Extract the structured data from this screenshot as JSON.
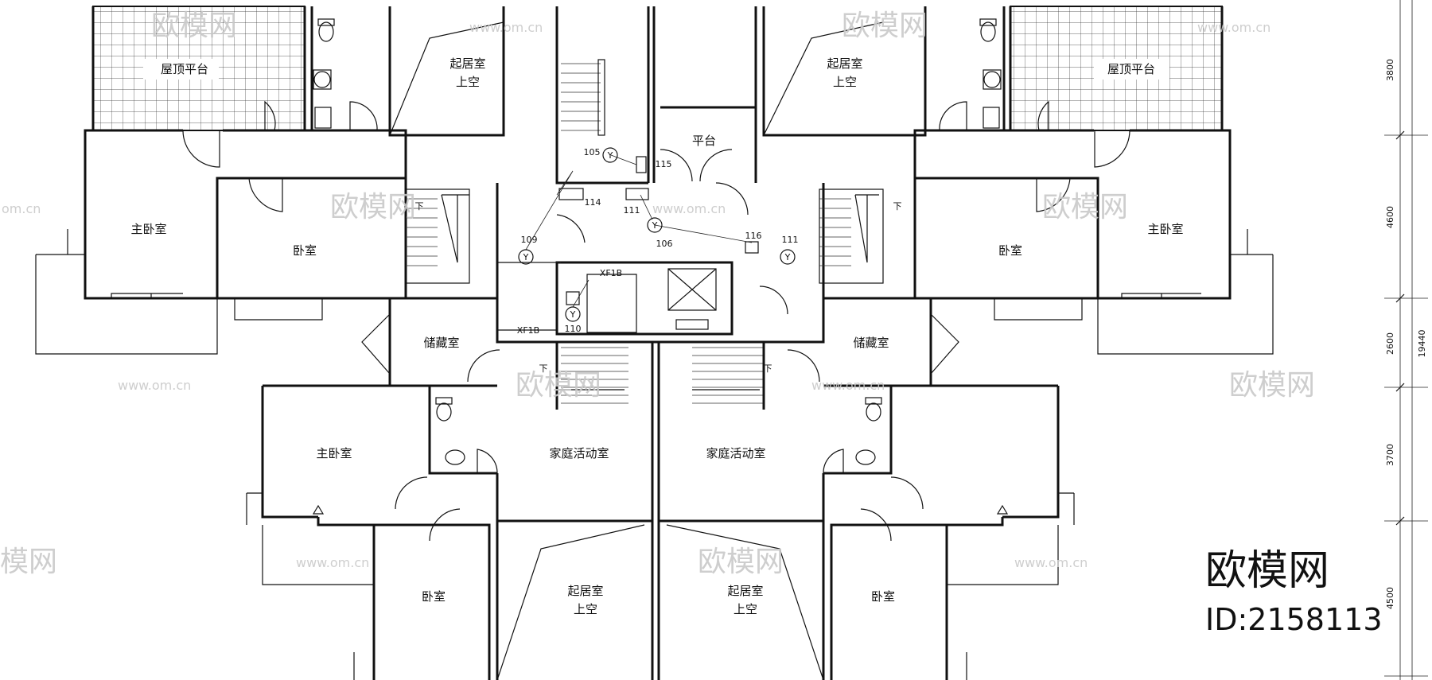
{
  "rooms": {
    "roof_terrace": "屋顶平台",
    "living_void_1": "起居室",
    "living_void_2": "上空",
    "terrace": "平台",
    "master_bedroom": "主卧室",
    "bedroom": "卧室",
    "storage": "储藏室",
    "family_room": "家庭活动室",
    "down": "下"
  },
  "tags": {
    "t105": "105",
    "t115": "115",
    "t114": "114",
    "t111": "111",
    "t109": "109",
    "t106": "106",
    "t116": "116",
    "t110": "110",
    "xf1b": "XF1B",
    "y": "Y"
  },
  "dimensions": {
    "d3800": "3800",
    "d4600": "4600",
    "d2600": "2600",
    "d19440": "19440",
    "d3700": "3700",
    "d4500": "4500"
  },
  "watermark": {
    "url": "www.om.cn",
    "short": "om.cn",
    "logo": "欧模网",
    "logo_short": "模网"
  },
  "brand": {
    "name": "欧模网",
    "id": "ID:2158113"
  }
}
